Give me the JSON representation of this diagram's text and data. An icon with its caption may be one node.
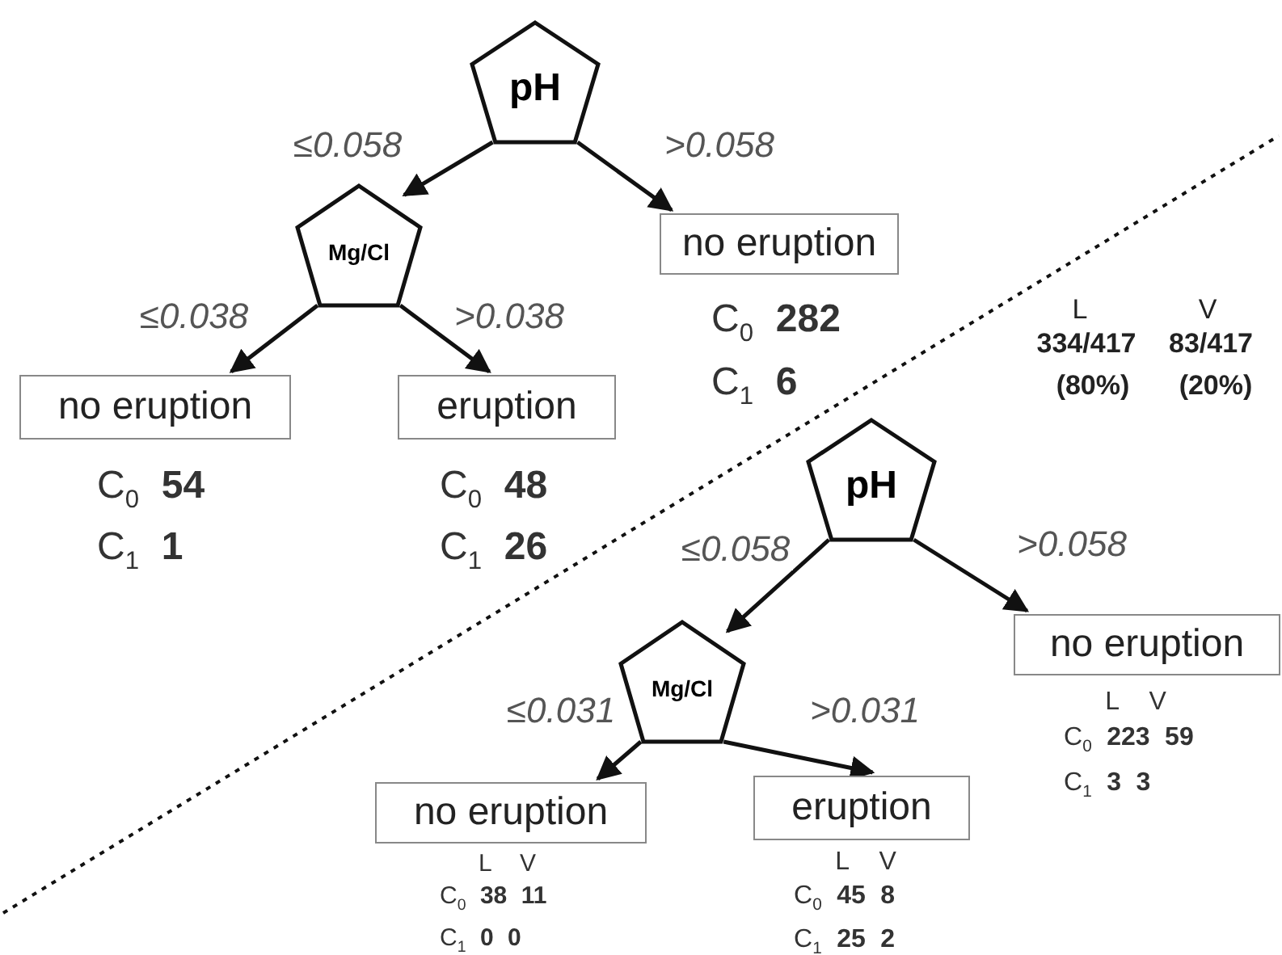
{
  "diagram": {
    "nodes": [
      {
        "text": [
          "pH"
        ]
      },
      {
        "text": [
          "Mg/Cl"
        ]
      },
      {
        "text": [
          "no eruption"
        ],
        "beside": [
          "C$_{0}$ **282**",
          "C$_{1}$ **6**"
        ]
      },
      {
        "text": [
          "no eruption"
        ],
        "beside": [
          "C$_{0}$ **54**",
          "C$_{1}$ **1**"
        ]
      },
      {
        "text": [
          "eruption"
        ],
        "beside": [
          "C$_{0}$ **48**",
          "C$_{1}$ **26**"
        ]
      },
      {
        "text": [
          "pH"
        ]
      },
      {
        "text": [
          "Mg/Cl"
        ]
      },
      {
        "text": [
          "no eruption"
        ],
        "beside": [
          "L V",
          "C$_{0}$ **223** **59**",
          "C$_{1}$ **3** **3**"
        ]
      },
      {
        "text": [
          "no eruption"
        ],
        "beside": [
          "L V",
          "C$_{0}$ **38** **11**",
          "C$_{1}$ **0** **0**"
        ]
      },
      {
        "text": [
          "eruption"
        ],
        "beside": [
          "L V",
          "C$_{0}$ **45** **8**",
          "C$_{1}$ **25** **2**"
        ]
      }
    ],
    "edges": [
      {
        "from": 0,
        "to": 1,
        "arrow": "to",
        "label": "≤0.058"
      },
      {
        "from": 0,
        "to": 2,
        "arrow": "to",
        "label": ">0.058"
      },
      {
        "from": 1,
        "to": 3,
        "arrow": "to",
        "label": "≤0.038"
      },
      {
        "from": 1,
        "to": 4,
        "arrow": "to",
        "label": ">0.038"
      },
      {
        "from": 5,
        "to": 6,
        "arrow": "to",
        "label": "≤0.058"
      },
      {
        "from": 5,
        "to": 7,
        "arrow": "to",
        "label": ">0.058"
      },
      {
        "from": 6,
        "to": 8,
        "arrow": "to",
        "label": "≤0.031"
      },
      {
        "from": 6,
        "to": 9,
        "arrow": "to",
        "label": ">0.031"
      }
    ],
    "labels": [
      "L",
      "V",
      "334/417",
      "83/417",
      "(80%)",
      "(20%)"
    ]
  }
}
